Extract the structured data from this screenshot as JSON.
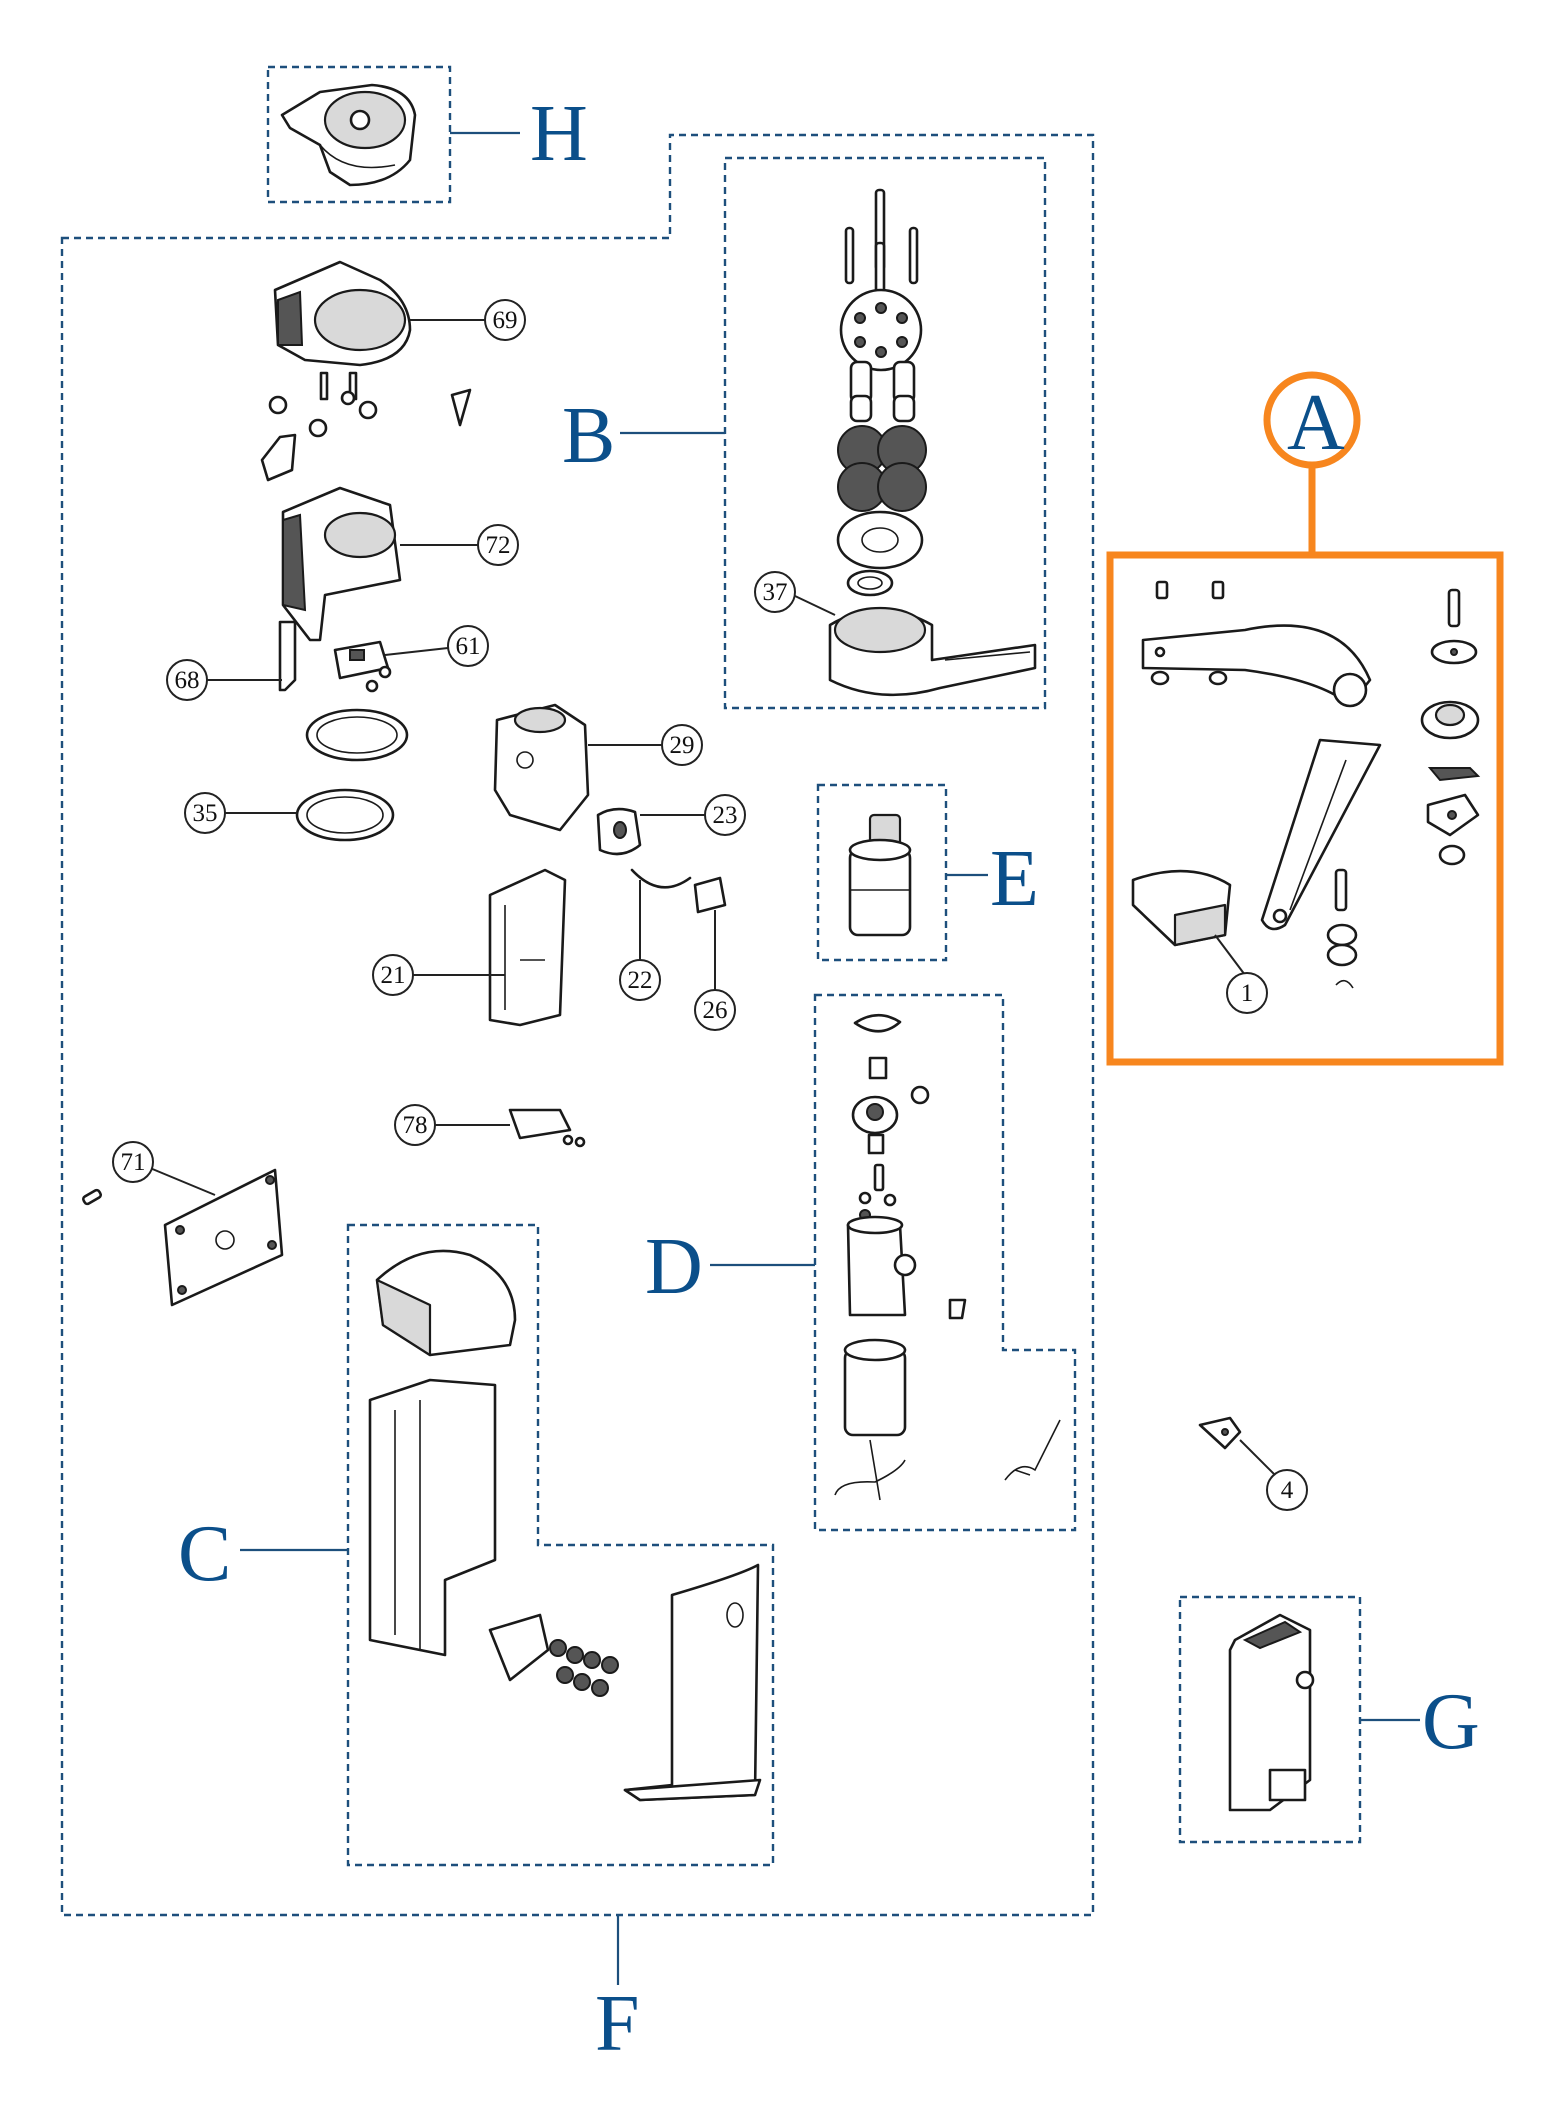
{
  "groups": {
    "A": "A",
    "B": "B",
    "C": "C",
    "D": "D",
    "E": "E",
    "F": "F",
    "G": "G",
    "H": "H"
  },
  "callouts": {
    "p69": "69",
    "p72": "72",
    "p61": "61",
    "p68": "68",
    "p35": "35",
    "p29": "29",
    "p23": "23",
    "p21": "21",
    "p22": "22",
    "p26": "26",
    "p78": "78",
    "p71": "71",
    "p37": "37",
    "p1": "1",
    "p4": "4"
  },
  "colors": {
    "group_label": "#0b4f8a",
    "dashed_frame": "#1d4f7c",
    "highlight": "#f7861e",
    "ink": "#1a1a1a"
  }
}
